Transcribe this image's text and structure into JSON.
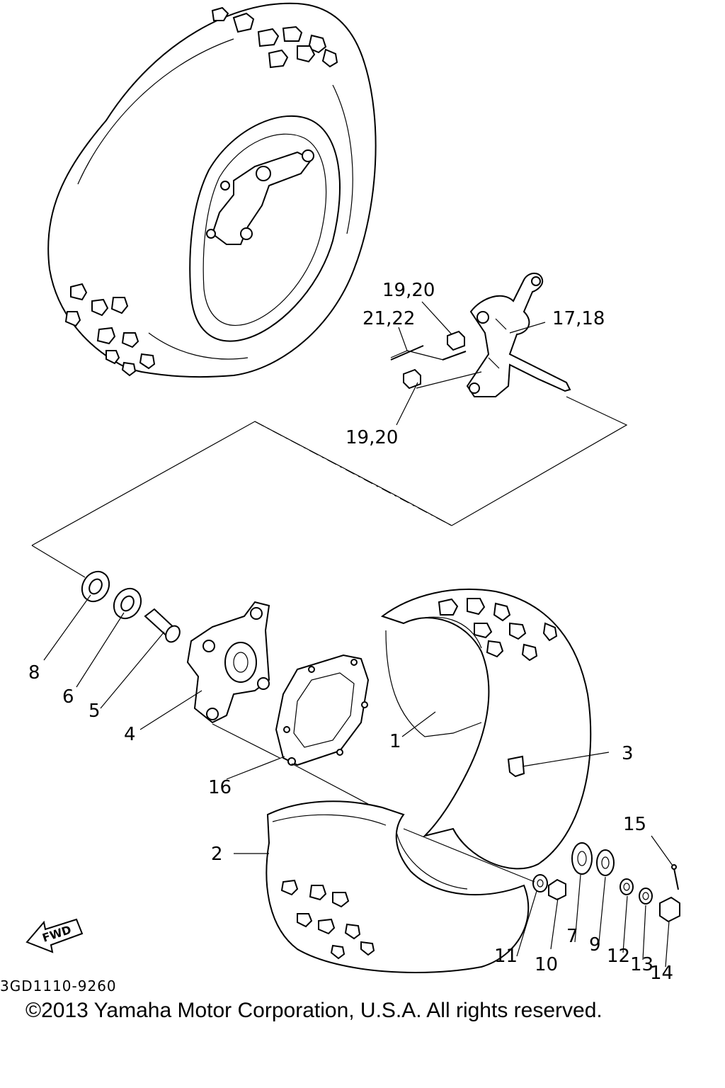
{
  "diagram": {
    "code": "3GD1110-9260",
    "copyright": "©2013 Yamaha Motor Corporation, U.S.A. All rights reserved.",
    "fwd_label": "FWD",
    "callouts": {
      "p1": "1",
      "p2": "2",
      "p3": "3",
      "p4": "4",
      "p5": "5",
      "p6": "6",
      "p7": "7",
      "p8": "8",
      "p9": "9",
      "p10": "10",
      "p11": "11",
      "p12": "12",
      "p13": "13",
      "p14": "14",
      "p15": "15",
      "p16": "16",
      "p17_18": "17,18",
      "p19_20_top": "19,20",
      "p19_20_bottom": "19,20",
      "p21_22": "21,22"
    }
  }
}
